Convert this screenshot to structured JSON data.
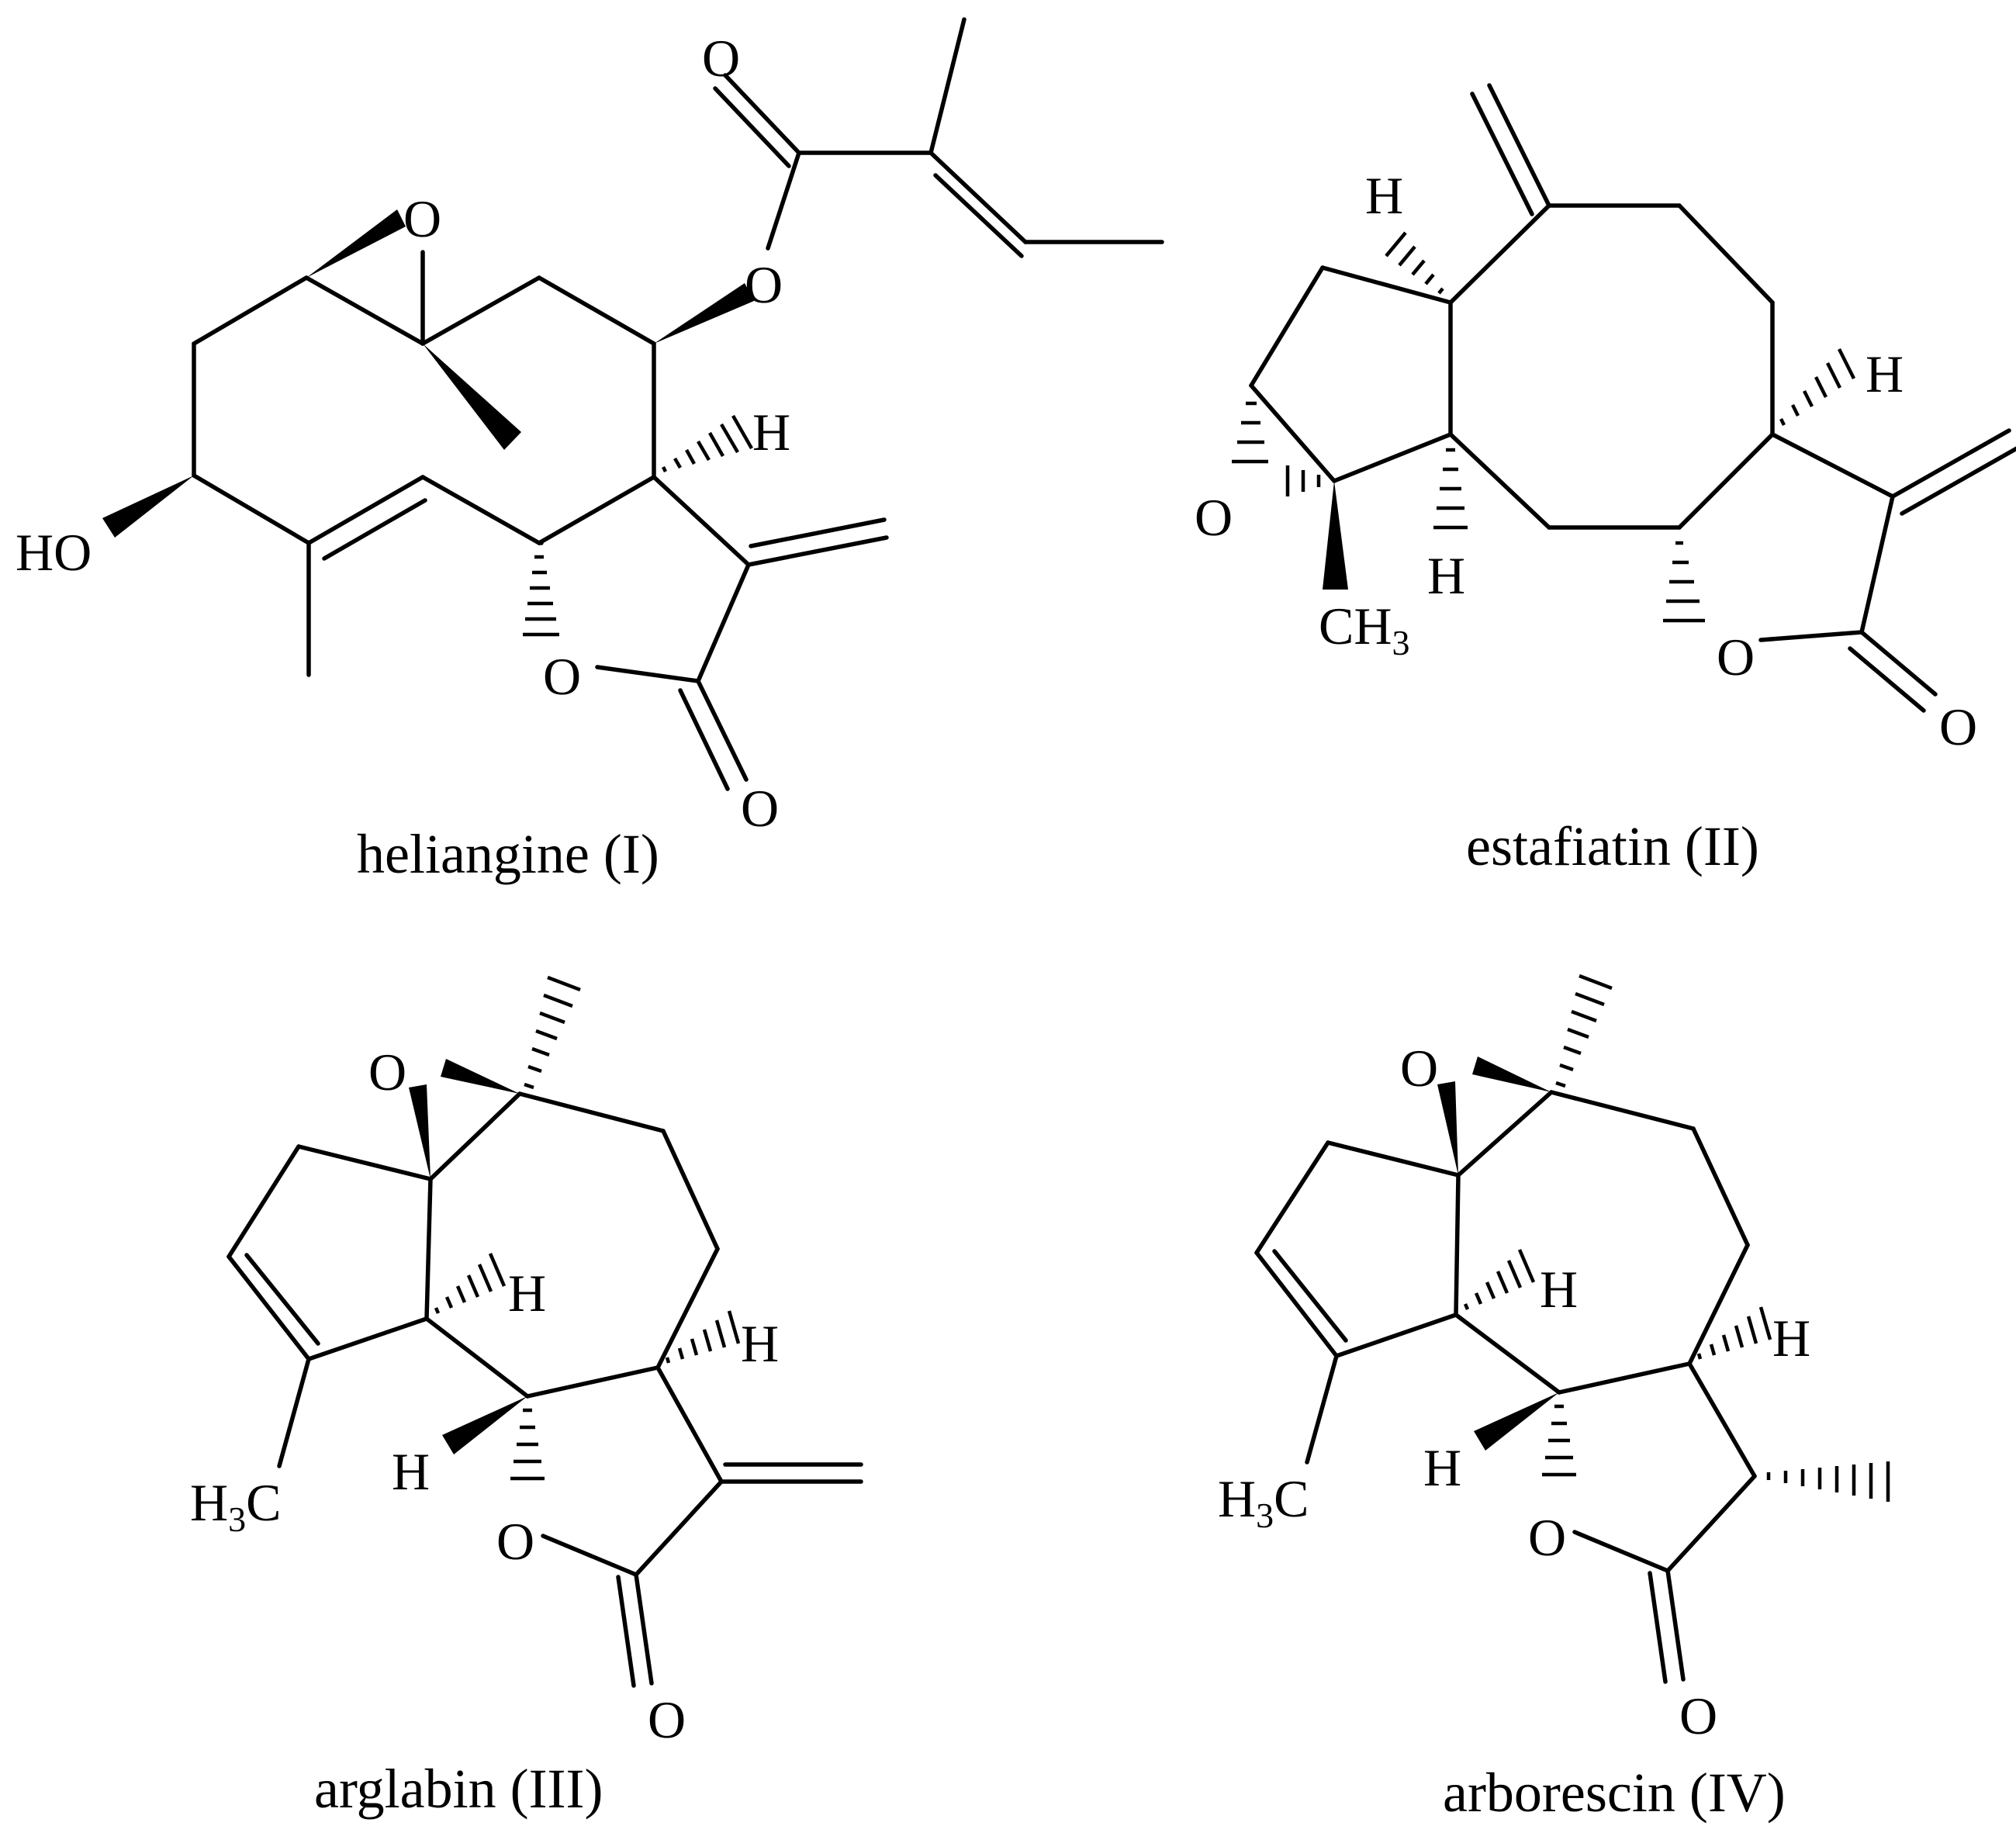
{
  "compounds": [
    {
      "name": "heliangine (I)"
    },
    {
      "name": "estafiatin (II)"
    },
    {
      "name": "arglabin (III)"
    },
    {
      "name": "arborescin (IV)"
    }
  ],
  "atom_labels": {
    "O": "O",
    "H": "H",
    "HO": "HO",
    "CH": "CH",
    "H_": "H",
    "C": "C",
    "three": "3"
  }
}
